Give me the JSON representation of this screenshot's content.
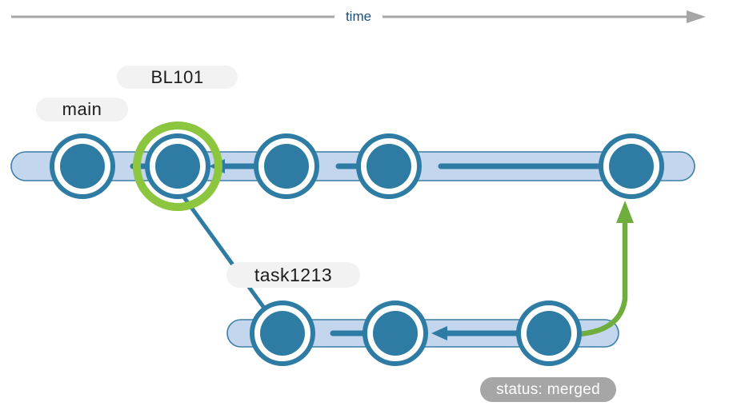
{
  "diagram": {
    "timeline": {
      "label": "time"
    },
    "main_branch": {
      "label": "main",
      "commit_count": 5,
      "highlighted_commit_tag": "BL101"
    },
    "task_branch": {
      "label": "task1213",
      "commit_count": 3,
      "status_badge": "status: merged"
    },
    "colors": {
      "commit_blue": "#2e7ca3",
      "track_fill": "#c3d6ed",
      "track_stroke": "#3c7fa9",
      "highlight_green": "#8cc63f",
      "merge_arrow_green": "#6fae3c",
      "timeline_gray": "#a6a6a6",
      "time_text_blue": "#1f4e79",
      "label_background": "#f2f2f2",
      "label_text": "#1c1c1c",
      "badge_background": "#a6a6a6",
      "badge_text": "#ffffff"
    }
  }
}
